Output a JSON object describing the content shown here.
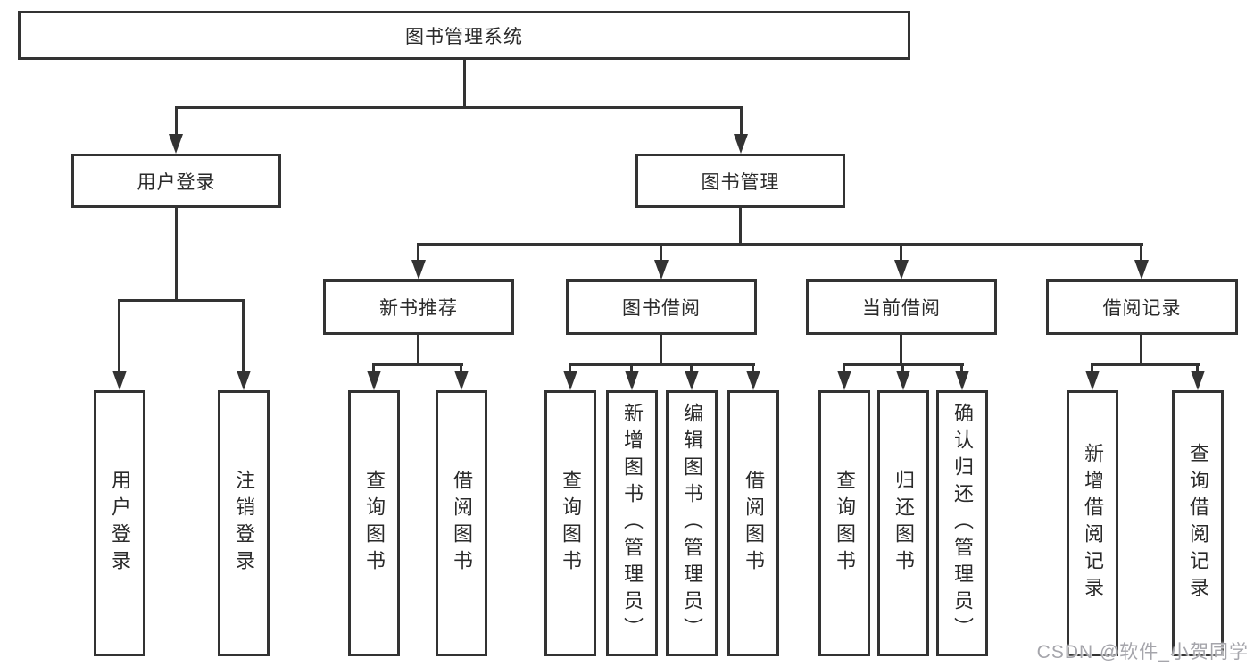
{
  "diagram": {
    "root": "图书管理系统",
    "level2": [
      "用户登录",
      "图书管理"
    ],
    "level3": [
      "新书推荐",
      "图书借阅",
      "当前借阅",
      "借阅记录"
    ],
    "leaves": {
      "login": [
        "用户登录",
        "注销登录"
      ],
      "recommend": [
        "查询图书",
        "借阅图书"
      ],
      "borrow": [
        "查询图书",
        "新增图书（管理员）",
        "编辑图书（管理员）",
        "借阅图书"
      ],
      "current": [
        "查询图书",
        "归还图书",
        "确认归还（管理员）"
      ],
      "records": [
        "新增借阅记录",
        "查询借阅记录"
      ]
    }
  },
  "watermark": "CSDN @软件_小贺同学",
  "colors": {
    "line": "#333333",
    "text": "#2a2a2a",
    "watermark": "#a5a5ab",
    "background": "#ffffff"
  }
}
